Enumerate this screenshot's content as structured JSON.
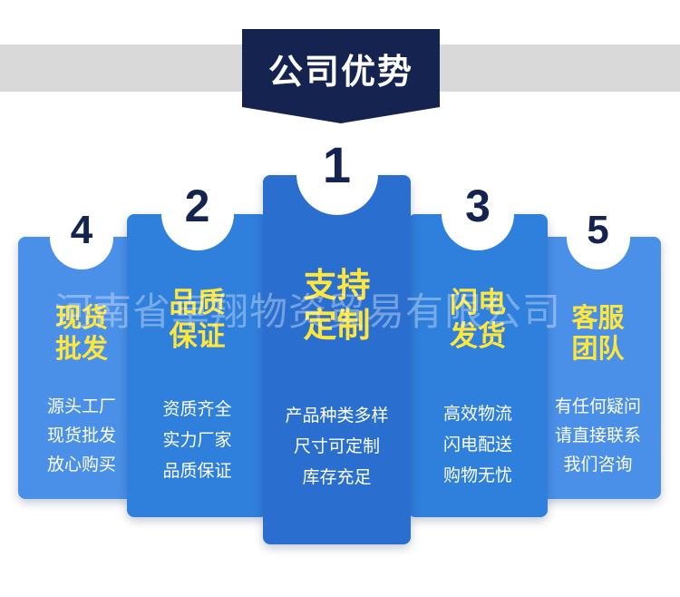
{
  "title": "公司优势",
  "watermark": "河南省卓翔物资贸易有限公司",
  "colors": {
    "navy": "#14234f",
    "accent_yellow": "#ffe63c",
    "card_light": "#4a90e8",
    "card_mid": "#2f7fdc",
    "card_center": "#2a6fcf"
  },
  "cards": [
    {
      "number": "4",
      "heading_line1": "现货",
      "heading_line2": "批发",
      "lines": [
        "源头工厂",
        "现货批发",
        "放心购买"
      ]
    },
    {
      "number": "2",
      "heading_line1": "品质",
      "heading_line2": "保证",
      "lines": [
        "资质齐全",
        "实力厂家",
        "品质保证"
      ]
    },
    {
      "number": "1",
      "heading_line1": "支持",
      "heading_line2": "定制",
      "lines": [
        "产品种类多样",
        "尺寸可定制",
        "库存充足"
      ]
    },
    {
      "number": "3",
      "heading_line1": "闪电",
      "heading_line2": "发货",
      "lines": [
        "高效物流",
        "闪电配送",
        "购物无忧"
      ]
    },
    {
      "number": "5",
      "heading_line1": "客服",
      "heading_line2": "团队",
      "lines": [
        "有任何疑问",
        "请直接联系",
        "我们咨询"
      ]
    }
  ]
}
